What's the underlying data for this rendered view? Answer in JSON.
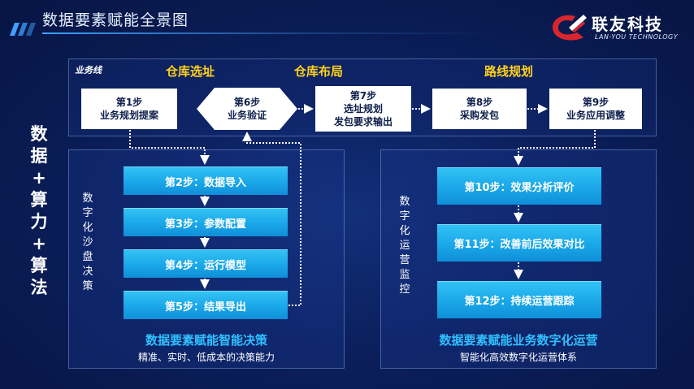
{
  "header": {
    "title": "数据要素赋能全景图",
    "logo_cn": "联友科技",
    "logo_en": "LAN-YOU TECHNOLOGY"
  },
  "left_label": [
    "数",
    "据",
    "+",
    "算",
    "力",
    "+",
    "算",
    "法"
  ],
  "business_line": {
    "tag": "业务线",
    "stages": [
      "仓库选址",
      "仓库布局",
      "路线规划"
    ],
    "steps": [
      {
        "num": "第1步",
        "text": "业务规划提案"
      },
      {
        "num": "第6步",
        "text": "业务验证"
      },
      {
        "num": "第7步",
        "text": "选址规划",
        "text2": "发包要求输出"
      },
      {
        "num": "第8步",
        "text": "采购发包"
      },
      {
        "num": "第9步",
        "text": "业务应用调整"
      }
    ]
  },
  "left_panel": {
    "vertical_label": [
      "数",
      "字",
      "化",
      "沙",
      "盘",
      "决",
      "策"
    ],
    "steps": [
      "第2步：数据导入",
      "第3步：参数配置",
      "第4步：运行模型",
      "第5步：结果导出"
    ],
    "title": "数据要素赋能智能决策",
    "subtitle": "精准、实时、低成本的决策能力"
  },
  "right_panel": {
    "vertical_label": [
      "数",
      "字",
      "化",
      "运",
      "营",
      "监",
      "控"
    ],
    "steps": [
      "第10步：效果分析评价",
      "第11步：改善前后效果对比",
      "第12步：持续运营跟踪"
    ],
    "title": "数据要素赋能业务数字化运营",
    "subtitle": "智能化高效数字化运营体系"
  },
  "colors": {
    "background": "#0b1f5c",
    "stage_text": "#ffd21a",
    "step_box": "#1aa7e8",
    "panel_title": "#2fc0ff"
  }
}
